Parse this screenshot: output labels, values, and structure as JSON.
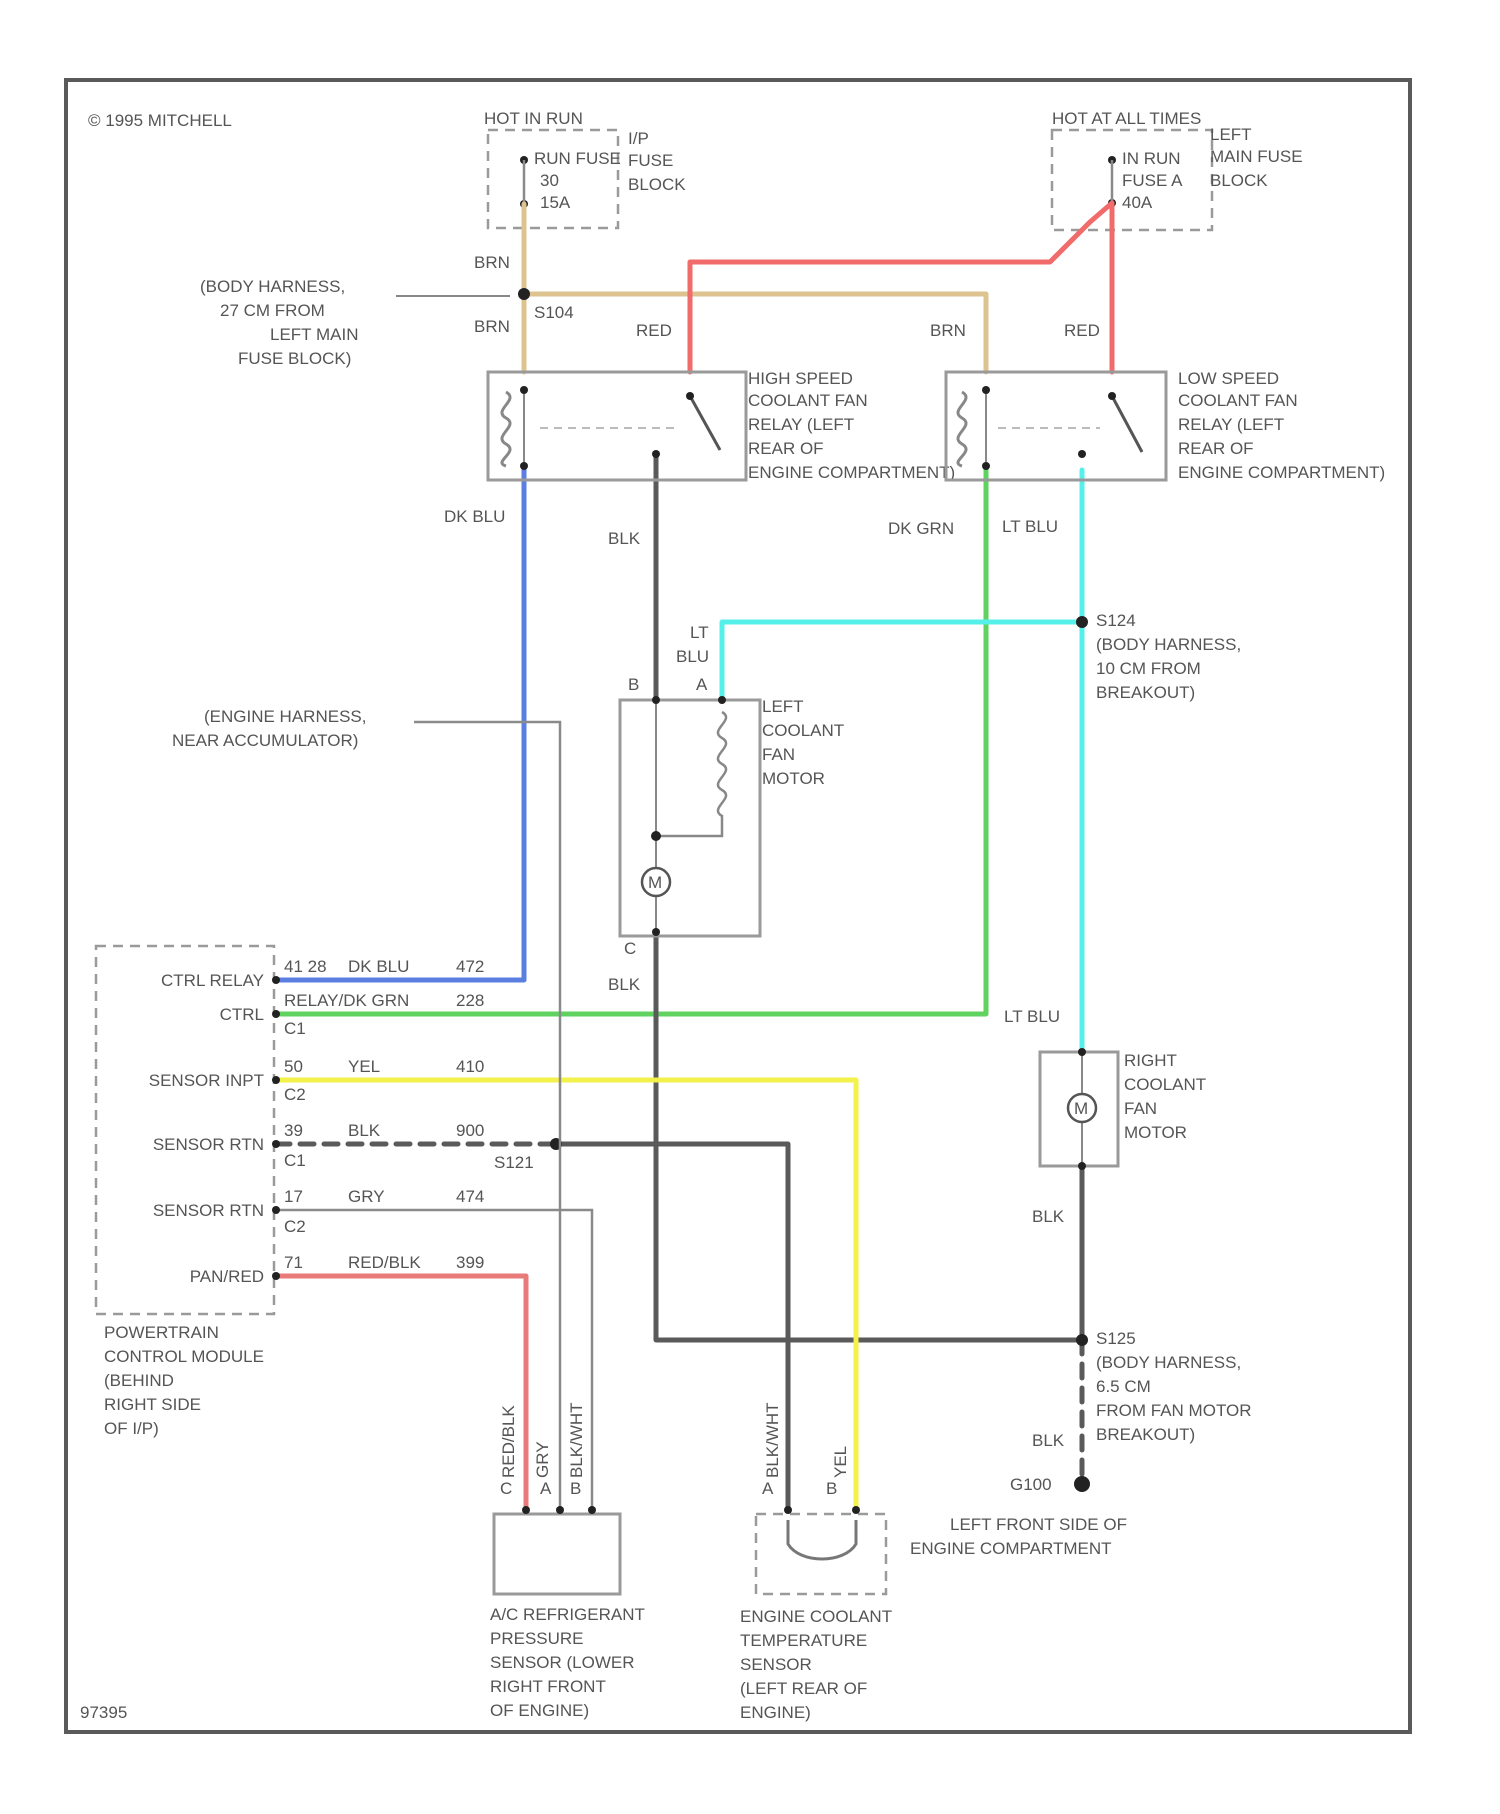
{
  "copyright": "© 1995 MITCHELL",
  "figure_id": "97395",
  "labels": {
    "hot_in_run": "HOT IN RUN",
    "run_fuse": "RUN FUSE",
    "run_fuse_num": "30",
    "run_fuse_amp": "15A",
    "ip_fuse": "I/P",
    "fuse_word": "FUSE",
    "block_word": "BLOCK",
    "hot_at_all_times": "HOT AT ALL TIMES",
    "in_run": "IN RUN",
    "fuse_a": "FUSE A",
    "fuse_a_amp": "40A",
    "left_main_1": "LEFT",
    "left_main_2": "MAIN FUSE",
    "left_main_3": "BLOCK",
    "brn_top": "BRN",
    "s104": "S104",
    "brn_left": "BRN",
    "red_left": "RED",
    "brn_right": "BRN",
    "red_right": "RED",
    "body_harness_1": "(BODY HARNESS,",
    "body_harness_2": "27 CM FROM",
    "body_harness_3": "LEFT MAIN",
    "body_harness_4": "FUSE BLOCK)",
    "hs_relay_1": "HIGH SPEED",
    "hs_relay_2": "COOLANT FAN",
    "hs_relay_3": "RELAY (LEFT",
    "hs_relay_4": "REAR OF",
    "hs_relay_5": "ENGINE COMPARTMENT)",
    "ls_relay_1": "LOW SPEED",
    "ls_relay_2": "COOLANT FAN",
    "ls_relay_3": "RELAY (LEFT",
    "ls_relay_4": "REAR OF",
    "ls_relay_5": "ENGINE COMPARTMENT)",
    "dk_blu": "DK BLU",
    "blk_1": "BLK",
    "dk_grn": "DK GRN",
    "lt_blu_1": "LT BLU",
    "s124": "S124",
    "s124_1": "(BODY HARNESS,",
    "s124_2": "10 CM FROM",
    "s124_3": "BREAKOUT)",
    "lt": "LT",
    "blu": "BLU",
    "pin_b": "B",
    "pin_a": "A",
    "pin_c": "C",
    "left_motor_1": "LEFT",
    "left_motor_2": "COOLANT",
    "left_motor_3": "FAN",
    "left_motor_4": "MOTOR",
    "m": "M",
    "engine_harness_1": "(ENGINE HARNESS,",
    "engine_harness_2": "NEAR ACCUMULATOR)",
    "blk_2": "BLK",
    "lt_blu_2": "LT BLU",
    "right_motor_1": "RIGHT",
    "right_motor_2": "COOLANT",
    "right_motor_3": "FAN",
    "right_motor_4": "MOTOR",
    "blk_3": "BLK",
    "s125": "S125",
    "s125_1": "(BODY HARNESS,",
    "s125_2": "6.5 CM",
    "s125_3": "FROM FAN MOTOR",
    "s125_4": "BREAKOUT)",
    "blk_4": "BLK",
    "g100": "G100",
    "g100_1": "LEFT FRONT SIDE OF",
    "g100_2": "ENGINE COMPARTMENT",
    "s121": "S121",
    "pcm_1": "POWERTRAIN",
    "pcm_2": "CONTROL MODULE",
    "pcm_3": "(BEHIND",
    "pcm_4": "RIGHT SIDE",
    "pcm_5": "OF I/P)",
    "ac_1": "A/C REFRIGERANT",
    "ac_2": "PRESSURE",
    "ac_3": "SENSOR (LOWER",
    "ac_4": "RIGHT FRONT",
    "ac_5": "OF ENGINE)",
    "ect_1": "ENGINE COOLANT",
    "ect_2": "TEMPERATURE",
    "ect_3": "SENSOR",
    "ect_4": "(LEFT REAR OF",
    "ect_5": "ENGINE)",
    "ac_w1": "RED/BLK",
    "ac_w2": "GRY",
    "ac_w3": "BLK/WHT",
    "ect_w1": "BLK/WHT",
    "ect_w2": "YEL"
  },
  "pcm_rows": [
    {
      "name": "CTRL RELAY",
      "pin": "41 28",
      "color": "DK BLU",
      "circuit": "472"
    },
    {
      "name": "CTRL",
      "pin": "RELAY/DK GRN",
      "color": "",
      "circuit": "228"
    },
    {
      "name": "SENSOR INPT",
      "pin": "50",
      "color": "YEL",
      "circuit": "410"
    },
    {
      "name": "SENSOR RTN",
      "pin": "39",
      "color": "BLK",
      "circuit": "900"
    },
    {
      "name": "SENSOR RTN",
      "pin": "17",
      "color": "GRY",
      "circuit": "474"
    },
    {
      "name": "PAN/RED",
      "pin": "71",
      "color": "RED/BLK",
      "circuit": "399"
    }
  ],
  "pcm_connectors": [
    "C1",
    "C2",
    "C1",
    "C2"
  ],
  "wire_colors": {
    "brn": "#dcc390",
    "red": "#f26b6b",
    "dk_blu": "#5a7fe0",
    "dk_grn": "#5fd25f",
    "lt_blu": "#55f0ea",
    "yellow": "#f2f24a",
    "black": "#5a5a5a",
    "gray": "#c8c8c8",
    "red_blk": "#e87a7a"
  }
}
